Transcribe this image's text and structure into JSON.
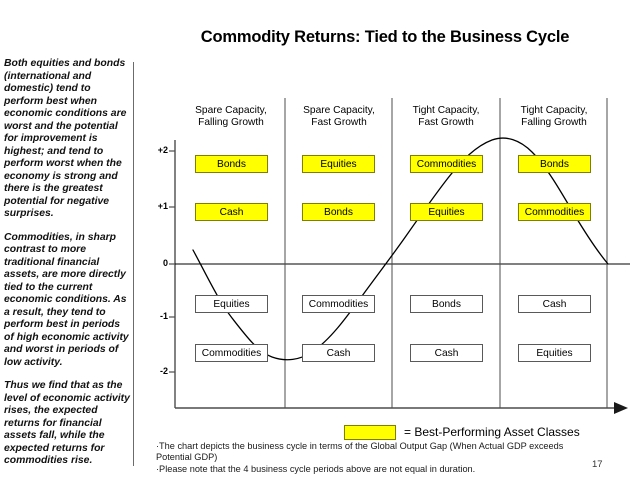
{
  "slide": {
    "title": "Commodity Returns: Tied to the Business Cycle",
    "page_number": "17"
  },
  "commentary": {
    "paragraphs": [
      "Both equities and bonds (international and domestic) tend to perform best when economic conditions are worst and the potential for improvement is highest; and tend to perform worst when the economy is strong and there is the greatest potential for negative surprises.",
      "Commodities, in sharp contrast to more traditional financial assets, are more directly tied to the current economic conditions. As a result, they tend to perform best in periods of high economic activity and worst in periods of low activity.",
      "Thus we find that as the level of economic activity rises, the expected returns for financial assets fall, while the expected returns for commodities rise."
    ]
  },
  "legend": {
    "label": "= Best-Performing Asset Classes",
    "swatch_color": "#ffff00"
  },
  "footnotes": [
    "·The chart depicts the business cycle in terms of the Global Output Gap (When Actual GDP exceeds Potential GDP)",
    "·Please note that the 4 business cycle periods above are not equal in duration."
  ],
  "chart_data": {
    "type": "table",
    "title": "Commodity Returns: Tied to the Business Cycle",
    "xlabel": "",
    "ylabel": "",
    "ylim": [
      -2.6,
      2.6
    ],
    "grid": false,
    "legend_position": "bottom",
    "y_ticks": [
      {
        "label": "+2",
        "value": 2
      },
      {
        "label": "+1",
        "value": 1
      },
      {
        "label": "0",
        "value": 0
      },
      {
        "label": "-1",
        "value": -1
      },
      {
        "label": "-2",
        "value": -2
      }
    ],
    "categories": [
      "Spare Capacity, Falling Growth",
      "Spare Capacity, Fast Growth",
      "Tight Capacity, Fast Growth",
      "Tight Capacity, Falling Growth"
    ],
    "column_headers": [
      {
        "line1": "Spare Capacity,",
        "line2": "Falling Growth"
      },
      {
        "line1": "Spare Capacity,",
        "line2": "Fast Growth"
      },
      {
        "line1": "Tight Capacity,",
        "line2": "Fast Growth"
      },
      {
        "line1": "Tight Capacity,",
        "line2": "Falling Growth"
      }
    ],
    "columns": [
      {
        "header": "Spare Capacity, Falling Growth",
        "cells": [
          {
            "label": "Bonds",
            "rank": 2,
            "best": true
          },
          {
            "label": "Cash",
            "rank": 1,
            "best": true
          },
          {
            "label": "Equities",
            "rank": -1,
            "best": false
          },
          {
            "label": "Commodities",
            "rank": -2,
            "best": false
          }
        ]
      },
      {
        "header": "Spare Capacity, Fast Growth",
        "cells": [
          {
            "label": "Equities",
            "rank": 2,
            "best": true
          },
          {
            "label": "Bonds",
            "rank": 1,
            "best": true
          },
          {
            "label": "Commodities",
            "rank": -1,
            "best": false
          },
          {
            "label": "Cash",
            "rank": -2,
            "best": false
          }
        ]
      },
      {
        "header": "Tight Capacity, Fast Growth",
        "cells": [
          {
            "label": "Commodities",
            "rank": 2,
            "best": true
          },
          {
            "label": "Equities",
            "rank": 1,
            "best": true
          },
          {
            "label": "Bonds",
            "rank": -1,
            "best": false
          },
          {
            "label": "Cash",
            "rank": -2,
            "best": false
          }
        ]
      },
      {
        "header": "Tight Capacity, Falling Growth",
        "cells": [
          {
            "label": "Bonds",
            "rank": 2,
            "best": true
          },
          {
            "label": "Commodities",
            "rank": 1,
            "best": false
          },
          {
            "label": "Cash",
            "rank": -1,
            "best": false
          },
          {
            "label": "Equities",
            "rank": -2,
            "best": false
          }
        ]
      }
    ],
    "business_cycle_curve": {
      "description": "Output gap wave: starts near 0 falling, trough about -1.8, rises through 0 at mid-chart, peaks about +2.2, falls back through 0 at right edge",
      "points": [
        {
          "x": 0.04,
          "y": 0.1
        },
        {
          "x": 0.14,
          "y": -1.0
        },
        {
          "x": 0.22,
          "y": -1.6
        },
        {
          "x": 0.3,
          "y": -1.85
        },
        {
          "x": 0.4,
          "y": -1.85
        },
        {
          "x": 0.46,
          "y": -1.55
        },
        {
          "x": 0.58,
          "y": 0.0
        },
        {
          "x": 0.68,
          "y": 1.1
        },
        {
          "x": 0.76,
          "y": 1.9
        },
        {
          "x": 0.84,
          "y": 2.25
        },
        {
          "x": 0.9,
          "y": 2.15
        },
        {
          "x": 0.96,
          "y": 1.2
        },
        {
          "x": 1.0,
          "y": 0.0
        }
      ]
    },
    "colors": {
      "best_fill": "#ffff00",
      "best_border": "#808000",
      "normal_border": "#595959",
      "axis": "#000000"
    }
  }
}
